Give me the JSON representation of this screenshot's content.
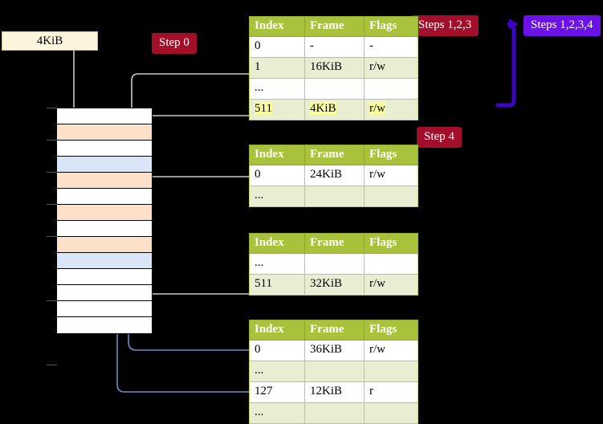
{
  "labels": {
    "step0": "Step 0",
    "step4": "Step 4",
    "steps123": "Steps 1,2,3",
    "steps1234": "Steps 1,2,3,4",
    "kib_box": "4KiB"
  },
  "colors": {
    "badge_crimson": "#a30f2a",
    "badge_violet": "#6a12e8",
    "table_header": "#a8c23c",
    "table_row_alt": "#e9eed2",
    "highlight": "#ffff9e",
    "mem_orange": "#fde0c8",
    "mem_blue": "#d9e6f7",
    "kib_bg": "#fdf4dc",
    "wire_gray": "#b0b0b0",
    "wire_blue": "#6b8fc4"
  },
  "tables": [
    {
      "name": "pml4-table",
      "columns": [
        "Index",
        "Frame",
        "Flags"
      ],
      "rows": [
        {
          "index": "0",
          "frame": "-",
          "flags": "-",
          "highlight": false
        },
        {
          "index": "1",
          "frame": "16KiB",
          "flags": "r/w",
          "highlight": false
        },
        {
          "index": "...",
          "frame": "",
          "flags": "",
          "highlight": false
        },
        {
          "index": "511",
          "frame": "4KiB",
          "flags": "r/w",
          "highlight": true
        }
      ]
    },
    {
      "name": "pdp-table",
      "columns": [
        "Index",
        "Frame",
        "Flags"
      ],
      "rows": [
        {
          "index": "0",
          "frame": "24KiB",
          "flags": "r/w",
          "highlight": false
        },
        {
          "index": "...",
          "frame": "",
          "flags": "",
          "highlight": false
        }
      ]
    },
    {
      "name": "pd-table",
      "columns": [
        "Index",
        "Frame",
        "Flags"
      ],
      "rows": [
        {
          "index": "...",
          "frame": "",
          "flags": "",
          "highlight": false
        },
        {
          "index": "511",
          "frame": "32KiB",
          "flags": "r/w",
          "highlight": false
        }
      ]
    },
    {
      "name": "pt-table",
      "columns": [
        "Index",
        "Frame",
        "Flags"
      ],
      "rows": [
        {
          "index": "0",
          "frame": "36KiB",
          "flags": "r/w",
          "highlight": false
        },
        {
          "index": "...",
          "frame": "",
          "flags": "",
          "highlight": false
        },
        {
          "index": "127",
          "frame": "12KiB",
          "flags": "r",
          "highlight": false
        },
        {
          "index": "...",
          "frame": "",
          "flags": "",
          "highlight": false
        }
      ]
    }
  ],
  "memory_grid": {
    "name": "physical-memory-grid",
    "row_count": 14,
    "rows": [
      {
        "fill": "white"
      },
      {
        "fill": "orange"
      },
      {
        "fill": "white"
      },
      {
        "fill": "blue"
      },
      {
        "fill": "orange"
      },
      {
        "fill": "white"
      },
      {
        "fill": "orange"
      },
      {
        "fill": "white"
      },
      {
        "fill": "orange"
      },
      {
        "fill": "blue"
      },
      {
        "fill": "white"
      },
      {
        "fill": "white"
      },
      {
        "fill": "white"
      },
      {
        "fill": "white"
      }
    ]
  }
}
